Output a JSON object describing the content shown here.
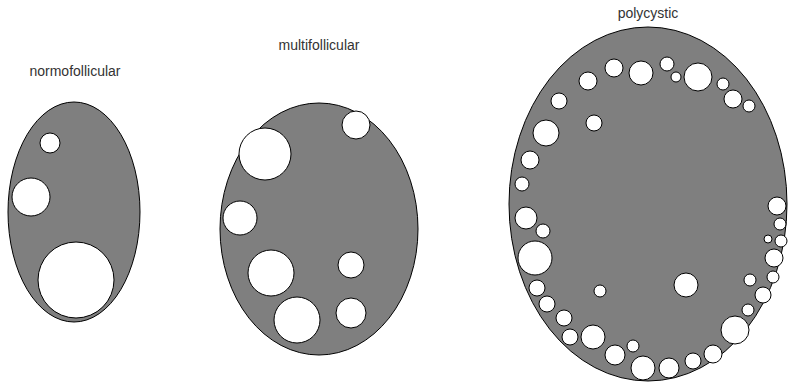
{
  "diagram": {
    "nodes": [
      {
        "text": [
          "normofollicular"
        ]
      },
      {
        "text": [
          "multifollicular"
        ]
      },
      {
        "text": [
          "polycystic"
        ]
      }
    ]
  }
}
